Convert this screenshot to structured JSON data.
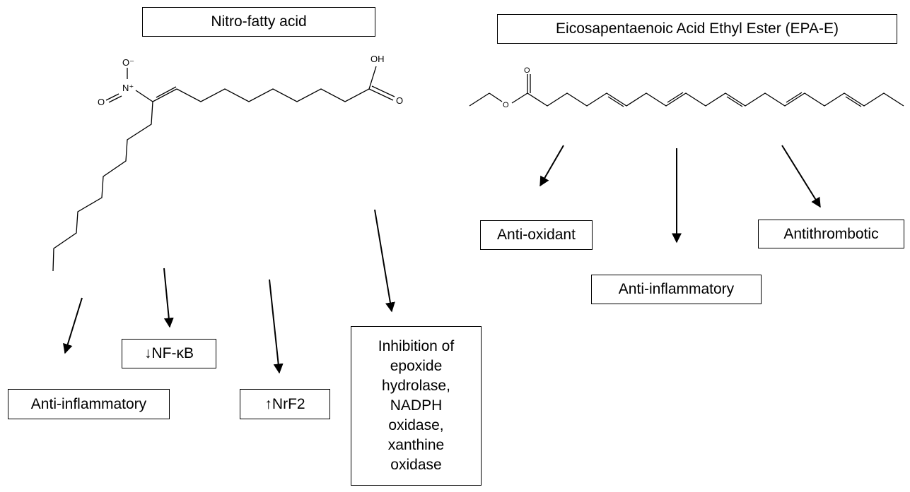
{
  "nitro_fatty_acid": {
    "title": "Nitro-fatty acid",
    "atoms": {
      "oxygen_minus": "O⁻",
      "nitrogen_plus": "N⁺",
      "oxygen_double": "O",
      "hydroxyl": "OH",
      "carbonyl_oxygen": "O"
    },
    "effects": {
      "anti_inflammatory": "Anti-inflammatory",
      "nfkb": "↓NF-κB",
      "nrf2": "↑NrF2",
      "inhibition_lines": [
        "Inhibition of",
        "epoxide",
        "hydrolase,",
        "NADPH",
        "oxidase,",
        "xanthine",
        "oxidase"
      ]
    }
  },
  "epa_e": {
    "title": "Eicosapentaenoic Acid Ethyl Ester (EPA-E)",
    "atoms": {
      "carbonyl_oxygen": "O",
      "ester_oxygen": "O"
    },
    "effects": {
      "anti_oxidant": "Anti-oxidant",
      "anti_inflammatory": "Anti-inflammatory",
      "antithrombotic": "Antithrombotic"
    }
  }
}
